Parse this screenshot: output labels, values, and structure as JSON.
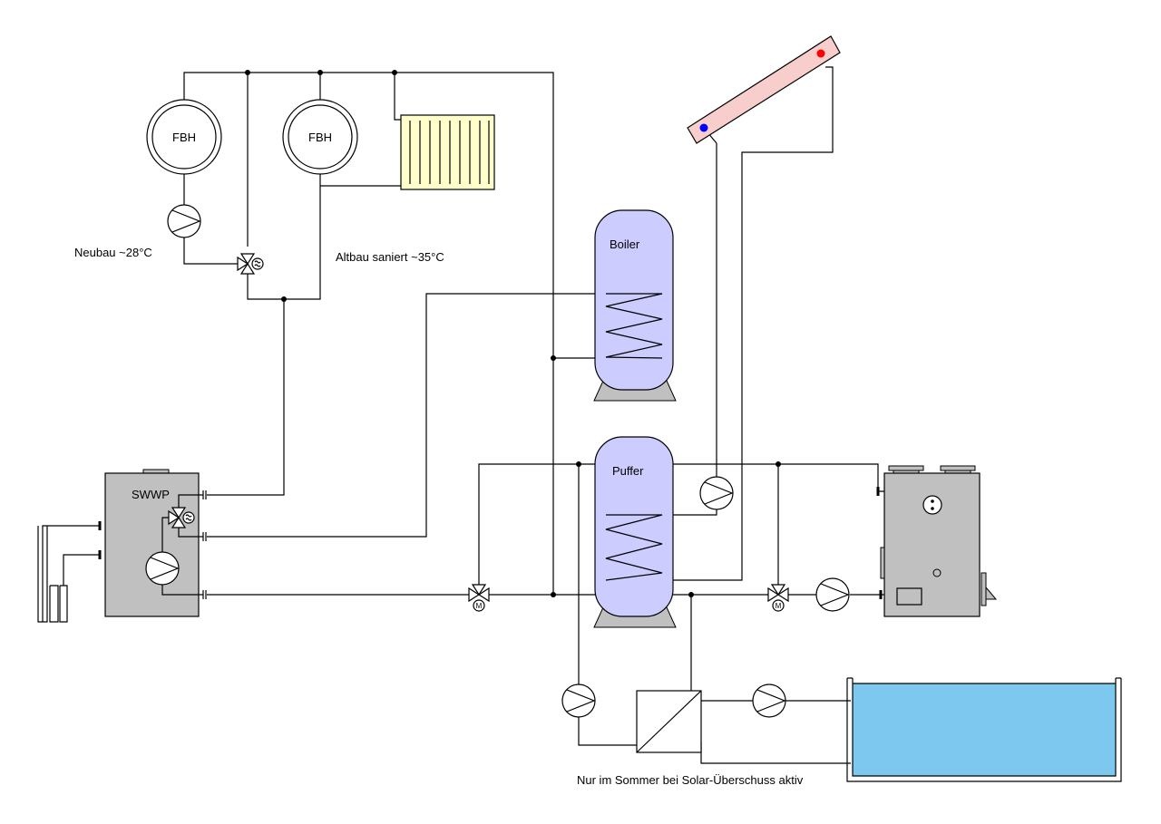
{
  "labels": {
    "fbh_left": "FBH",
    "fbh_right": "FBH",
    "neubau": "Neubau ~28°C",
    "altbau": "Altbau saniert ~35°C",
    "boiler": "Boiler",
    "puffer": "Puffer",
    "swwp": "SWWP",
    "pool_note": "Nur im Sommer bei Solar-Überschuss aktiv"
  },
  "colors": {
    "tank_fill": "#ccccff",
    "tank_base": "#c0c0c0",
    "radiator_fill": "#ffffcc",
    "collector_fill": "#f8cecc",
    "collector_hot": "#ff0000",
    "collector_cold": "#0000ff",
    "unit_fill": "#c0c0c0",
    "pool_water": "#7cc8ee",
    "line": "#000000"
  },
  "icons": {
    "pump": "pump-icon",
    "mixing_valve": "three-way-valve-icon",
    "heat_exchanger": "plate-heat-exchanger-icon"
  }
}
